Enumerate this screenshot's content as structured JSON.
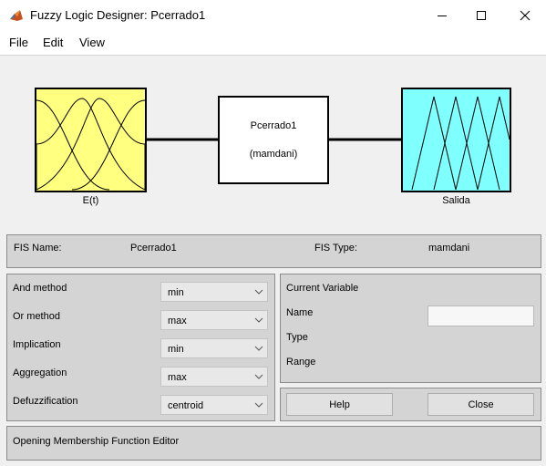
{
  "window": {
    "title": "Fuzzy Logic Designer: Pcerrado1",
    "icon": "matlab-icon",
    "controls": [
      "minimize-icon",
      "maximize-icon",
      "close-icon"
    ]
  },
  "menu": {
    "items": [
      "File",
      "Edit",
      "View"
    ]
  },
  "diagram": {
    "input": {
      "label": "E(t)",
      "color": "#ffff80"
    },
    "system": {
      "name": "Pcerrado1",
      "type": "(mamdani)"
    },
    "output": {
      "label": "Salida",
      "color": "#80ffff"
    }
  },
  "fis": {
    "name_label": "FIS Name:",
    "name_value": "Pcerrado1",
    "type_label": "FIS Type:",
    "type_value": "mamdani"
  },
  "methods": [
    {
      "label": "And method",
      "value": "min"
    },
    {
      "label": "Or method",
      "value": "max"
    },
    {
      "label": "Implication",
      "value": "min"
    },
    {
      "label": "Aggregation",
      "value": "max"
    },
    {
      "label": "Defuzzification",
      "value": "centroid"
    }
  ],
  "current_variable": {
    "title": "Current Variable",
    "name_label": "Name",
    "name_value": "",
    "type_label": "Type",
    "range_label": "Range"
  },
  "buttons": {
    "help": "Help",
    "close": "Close"
  },
  "status": {
    "text": "Opening Membership Function Editor"
  }
}
